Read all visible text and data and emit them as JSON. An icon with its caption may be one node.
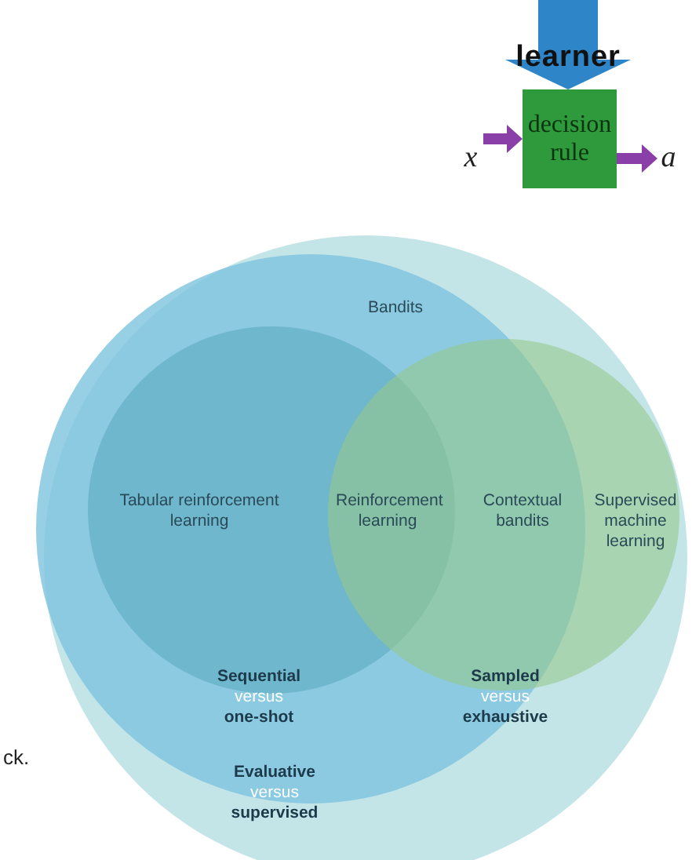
{
  "diagram": {
    "nodes": [
      {
        "text": [
          "decision rule"
        ]
      },
      {
        "text": [
          "x"
        ]
      },
      {
        "text": [
          "a"
        ]
      },
      {
        "text": [],
        "shape": "circle"
      },
      {
        "text": [
          "Bandits"
        ],
        "in": 3
      },
      {
        "text": [
          "Tabular reinforcement learning"
        ],
        "in": 4
      },
      {
        "text": [
          "Supervised machine learning"
        ],
        "in": 3
      }
    ],
    "edges": [
      {
        "from": null,
        "to": 0,
        "arrow": "to",
        "label": "learner",
        "style": "thick",
        "color": "#2e86c8"
      },
      {
        "from": 1,
        "to": 0,
        "arrow": "to"
      },
      {
        "from": 0,
        "to": 2,
        "arrow": "to"
      }
    ],
    "labels": [
      "Reinforcement learning",
      "Contextual bandits",
      "Sequential",
      "versus",
      "one-shot",
      "Sampled",
      "versus",
      "exhaustive",
      "ck.",
      "Evaluative",
      "versus",
      "supervised"
    ]
  }
}
